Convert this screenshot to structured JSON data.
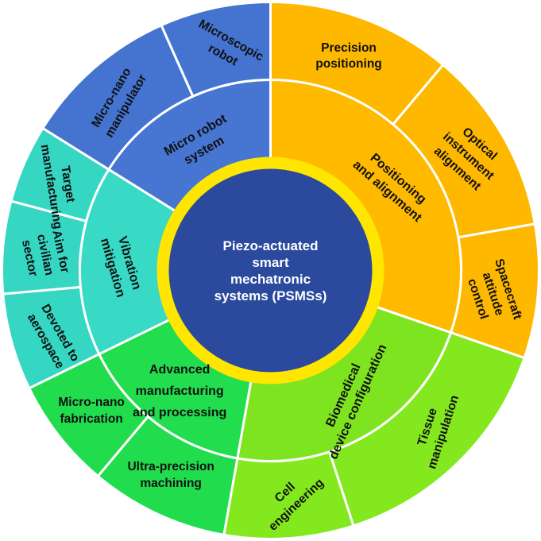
{
  "center": {
    "lines": [
      "Piezo-actuated",
      "smart",
      "mechatronic",
      "systems (PSMSs)"
    ],
    "fill": "#2b4a9e",
    "ring": "#ffe600"
  },
  "groups": [
    {
      "id": "positioning",
      "inner_lines": [
        "Positioning",
        "and alignment"
      ],
      "inner_color": "#ffba00",
      "outer_color": "#ffb800",
      "outer": [
        {
          "lines": [
            "Precision",
            "positioning"
          ]
        },
        {
          "lines": [
            "Optical",
            "instrument",
            "alignment"
          ]
        },
        {
          "lines": [
            "Spacecraft",
            "attitude",
            "control"
          ]
        }
      ]
    },
    {
      "id": "biomedical",
      "inner_lines": [
        "Biomedical",
        "device configuration"
      ],
      "inner_color": "#7ee41f",
      "outer_color": "#84e81f",
      "outer": [
        {
          "lines": [
            "Tissue",
            "manipulation"
          ]
        },
        {
          "lines": [
            "Cell",
            "engineering"
          ]
        }
      ]
    },
    {
      "id": "manufacturing",
      "inner_lines": [
        "Advanced",
        "manufacturing",
        "and processing"
      ],
      "inner_color": "#22de4f",
      "outer_color": "#21dd4e",
      "outer": [
        {
          "lines": [
            "Ultra-precision",
            "machining"
          ]
        },
        {
          "lines": [
            "Micro-nano",
            "fabrication"
          ]
        }
      ]
    },
    {
      "id": "vibration",
      "inner_lines": [
        "Vibration",
        "mitigation"
      ],
      "inner_color": "#38d9c5",
      "outer_color": "#35d6c2",
      "outer": [
        {
          "lines": [
            "Devoted to",
            "aerospace"
          ]
        },
        {
          "lines": [
            "Aim for",
            "civilian",
            "sector"
          ]
        },
        {
          "lines": [
            "Target",
            "manufacturing"
          ]
        }
      ]
    },
    {
      "id": "microrobot",
      "inner_lines": [
        "Micro robot",
        "system"
      ],
      "inner_color": "#4776d2",
      "outer_color": "#4474d0",
      "outer": [
        {
          "lines": [
            "Micro-nano",
            "manipulator"
          ]
        },
        {
          "lines": [
            "Microscopic",
            "robot"
          ]
        }
      ]
    }
  ]
}
